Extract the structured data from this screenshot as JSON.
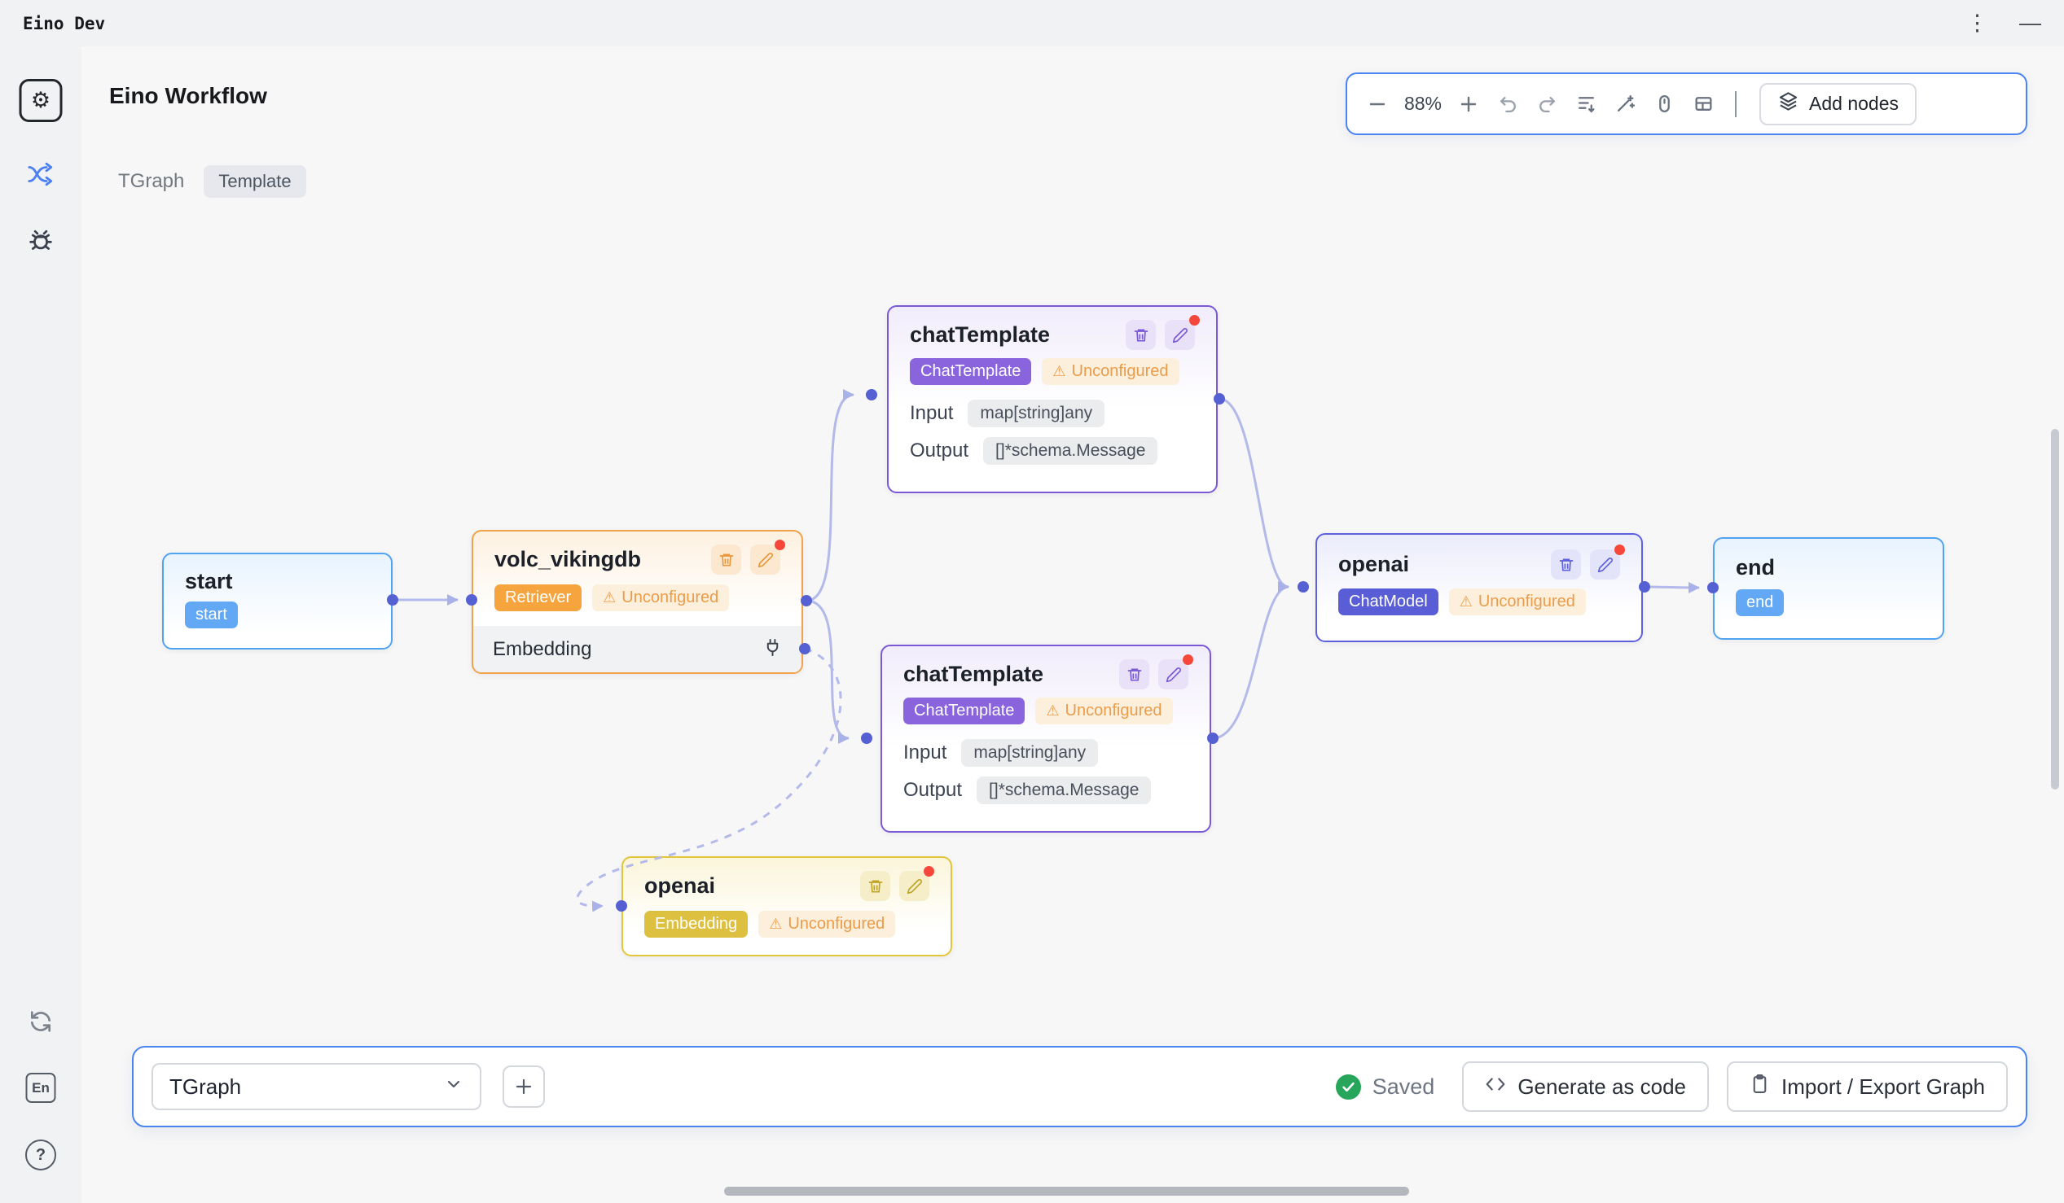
{
  "window": {
    "title": "Eino Dev"
  },
  "header": {
    "title": "Eino Workflow",
    "graph_label": "TGraph",
    "template_badge": "Template"
  },
  "toolbar": {
    "zoom_level": "88%",
    "add_nodes": "Add nodes"
  },
  "sidebar": {
    "language": "En",
    "help": "?"
  },
  "nodes": {
    "start": {
      "title": "start",
      "badge": "start"
    },
    "volc_vikingdb": {
      "title": "volc_vikingdb",
      "type_badge": "Retriever",
      "status_badge": "Unconfigured",
      "port_label": "Embedding"
    },
    "chat_template_1": {
      "title": "chatTemplate",
      "type_badge": "ChatTemplate",
      "status_badge": "Unconfigured",
      "input_label": "Input",
      "input_type": "map[string]any",
      "output_label": "Output",
      "output_type": "[]*schema.Message"
    },
    "chat_template_2": {
      "title": "chatTemplate",
      "type_badge": "ChatTemplate",
      "status_badge": "Unconfigured",
      "input_label": "Input",
      "input_type": "map[string]any",
      "output_label": "Output",
      "output_type": "[]*schema.Message"
    },
    "openai_embedding": {
      "title": "openai",
      "type_badge": "Embedding",
      "status_badge": "Unconfigured"
    },
    "openai_chatmodel": {
      "title": "openai",
      "type_badge": "ChatModel",
      "status_badge": "Unconfigured"
    },
    "end": {
      "title": "end",
      "badge": "end"
    }
  },
  "footer": {
    "graph_selector": "TGraph",
    "save_status": "Saved",
    "generate_code": "Generate as code",
    "import_export": "Import / Export Graph"
  },
  "icons": {
    "warning": "⚠",
    "more": "⋮",
    "minimize": "—",
    "gear": "⚙"
  },
  "colors": {
    "blue_node": "#4fa3f0",
    "orange_node": "#f0a14a",
    "purple_node": "#7a58d6",
    "indigo_node": "#5d61dd",
    "yellow_node": "#e2c53a",
    "edge": "#b0b8ea",
    "port_dot": "#5560d2",
    "saved_green": "#27a55b",
    "warning": "#eb9c4b"
  }
}
